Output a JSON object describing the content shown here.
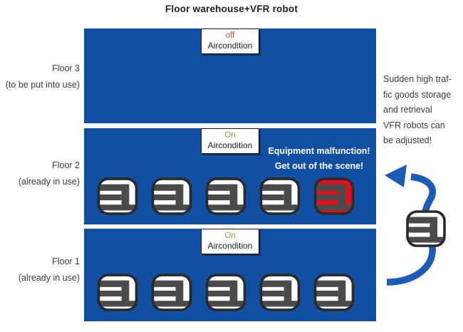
{
  "title": "Floor warehouse+VFR robot",
  "colors": {
    "floor_blue": "#114FA3",
    "arrow_blue": "#1A5CB8",
    "robot_body": "#ffffff",
    "robot_malfunction": "#E60E1E",
    "robot_bars": "#4B4B4B",
    "robot_border": "#2A2A2A",
    "status_on": "#74AD4C",
    "status_off": "#E8472E",
    "malfunction_text": "#ffffff"
  },
  "floors": [
    {
      "label": "Floor 3",
      "sublabel": "(to be put into use)",
      "aircondition": {
        "status": "off",
        "label": "Aircondition"
      },
      "robots": [],
      "note": null
    },
    {
      "label": "Floor 2",
      "sublabel": "(already in use)",
      "aircondition": {
        "status": "On",
        "label": "Aircondition"
      },
      "robots": [
        "normal",
        "normal",
        "normal",
        "normal",
        "malfunction"
      ],
      "note": {
        "line1": "Equipment malfunction!",
        "line2": "Get out of the scene!"
      }
    },
    {
      "label": "Floor 1",
      "sublabel": "(already in use)",
      "aircondition": {
        "status": "On",
        "label": "Aircondition"
      },
      "robots": [
        "normal",
        "normal",
        "normal",
        "normal",
        "normal"
      ],
      "note": null
    }
  ],
  "side_note": {
    "lines": [
      "Sudden high traf-",
      "fic goods storage",
      "and retrieval",
      "VFR robots can",
      "be adjusted!"
    ]
  },
  "arrow": {
    "robot": "normal"
  }
}
